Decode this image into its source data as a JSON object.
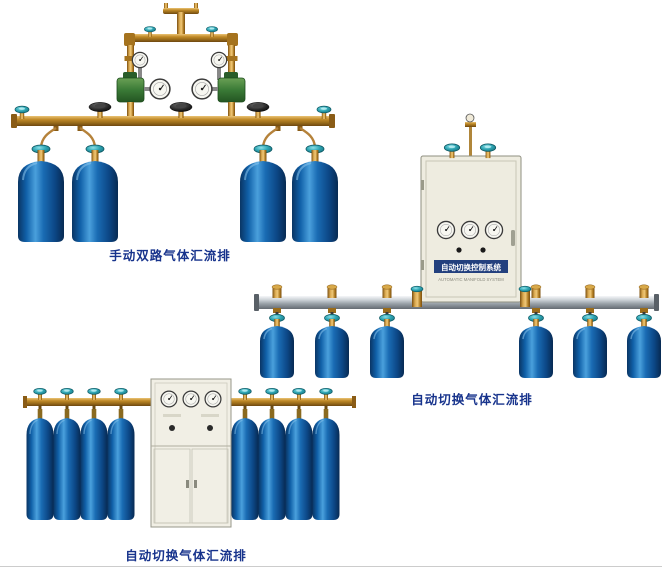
{
  "page": {
    "background": "#ffffff",
    "caption_color": "#17338c",
    "bottom_rule_color": "#cccccc"
  },
  "products": [
    {
      "id": "manual-dual-row-manifold",
      "caption": "手动双路气体汇流排",
      "cylinder_count": 4,
      "colors": {
        "pipe_brass": "#c08a28",
        "cylinder_blue": "#1a64ae",
        "valve_teal": "#2fa6b4",
        "regulator_green": "#3a7a36",
        "valve_black": "#1a1a1a"
      }
    },
    {
      "id": "auto-switch-manifold-wall-cabinet",
      "caption": "自动切换气体汇流排",
      "bottle_count": 6,
      "pipe_color": "#aab1b7",
      "cabinet": {
        "label": "自动切换控制系统",
        "sublabel": "AUTOMATIC MANIFOLD SYSTEM",
        "label_band_color": "#23407e",
        "body_color": "#eeece0",
        "gauge_count": 3
      }
    },
    {
      "id": "auto-switch-manifold-floor-cabinet",
      "caption": "自动切换气体汇流排",
      "cylinder_count": 8,
      "cabinet": {
        "body_color": "#f1efe5",
        "gauge_count": 3
      }
    }
  ]
}
